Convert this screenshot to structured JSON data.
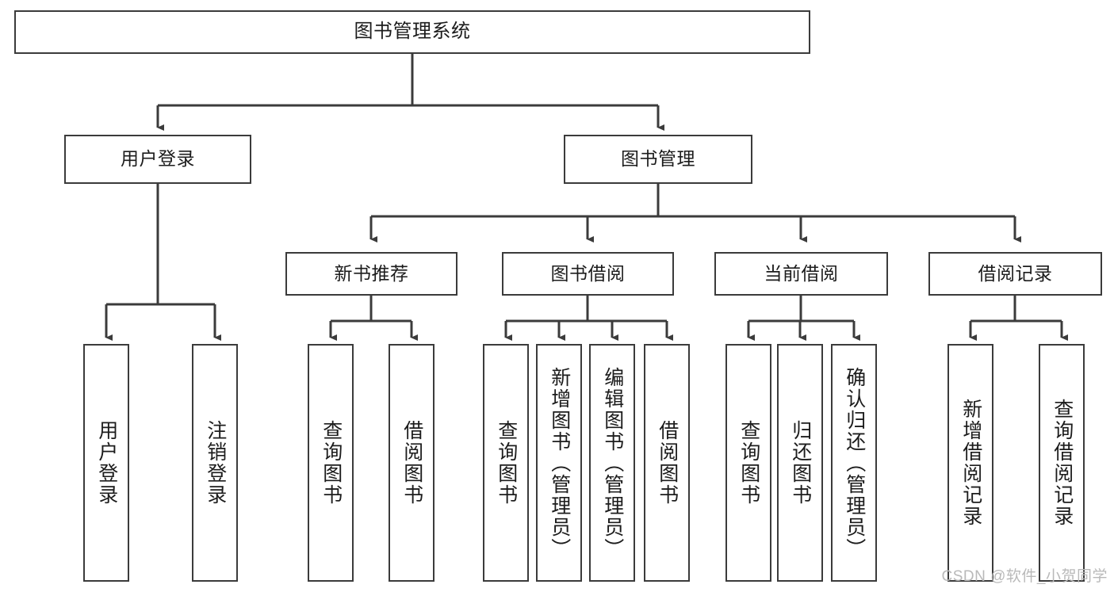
{
  "diagram": {
    "title": "图书管理系统",
    "watermark": "CSDN @软件_小贺同学",
    "stroke_color": "#3b3b3b",
    "background_color": "#ffffff",
    "text_color": "#1c1c1c",
    "watermark_color": "#b9b9b9",
    "levels": {
      "root": {
        "label": "图书管理系统"
      },
      "level1": [
        {
          "label": "用户登录"
        },
        {
          "label": "图书管理"
        }
      ],
      "level2": [
        {
          "label": "新书推荐"
        },
        {
          "label": "图书借阅"
        },
        {
          "label": "当前借阅"
        },
        {
          "label": "借阅记录"
        }
      ],
      "leaves": [
        {
          "label": "用户登录",
          "parent": "用户登录"
        },
        {
          "label": "注销登录",
          "parent": "用户登录"
        },
        {
          "label": "查询图书",
          "parent": "新书推荐"
        },
        {
          "label": "借阅图书",
          "parent": "新书推荐"
        },
        {
          "label": "查询图书",
          "parent": "图书借阅"
        },
        {
          "label": "新增图书（管理员）",
          "parent": "图书借阅"
        },
        {
          "label": "编辑图书（管理员）",
          "parent": "图书借阅"
        },
        {
          "label": "借阅图书",
          "parent": "图书借阅"
        },
        {
          "label": "查询图书",
          "parent": "当前借阅"
        },
        {
          "label": "归还图书",
          "parent": "当前借阅"
        },
        {
          "label": "确认归还（管理员）",
          "parent": "当前借阅"
        },
        {
          "label": "新增借阅记录",
          "parent": "借阅记录"
        },
        {
          "label": "查询借阅记录",
          "parent": "借阅记录"
        }
      ]
    }
  }
}
